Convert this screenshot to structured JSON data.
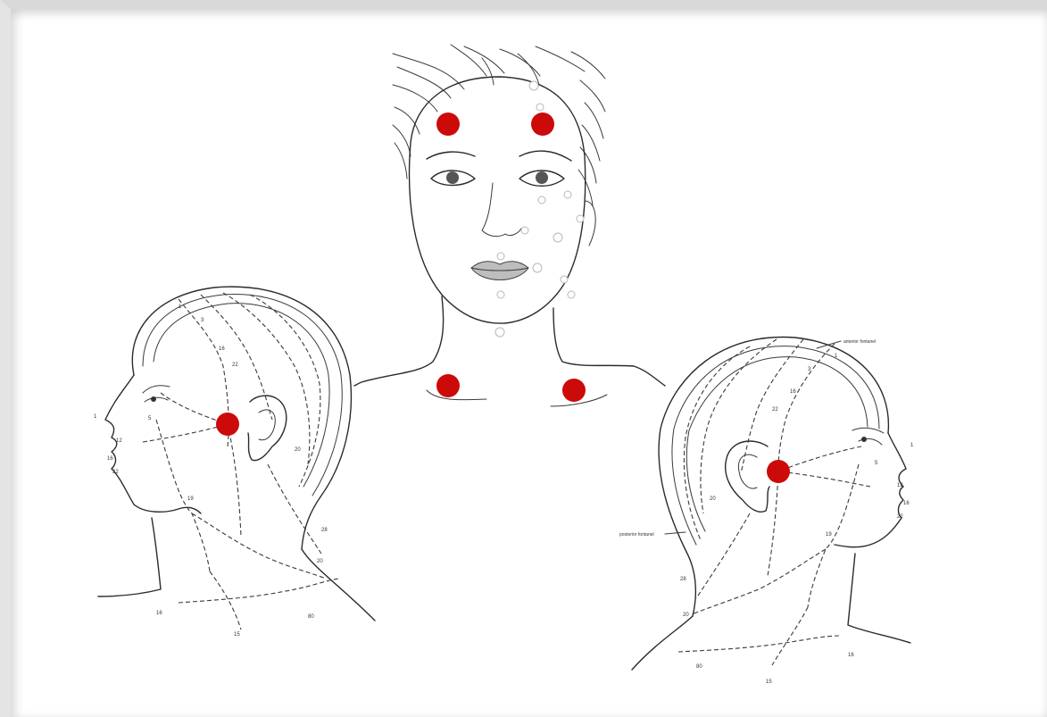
{
  "figure": {
    "colors": {
      "background": "#ffffff",
      "line": "#2b2b2b",
      "marker": "#cc0a0a",
      "frame": "#d9d9d9"
    },
    "views": [
      {
        "name": "front-face",
        "markers": 4
      },
      {
        "name": "left-profile",
        "markers": 1
      },
      {
        "name": "right-profile",
        "markers": 1
      }
    ],
    "labels": {
      "anterior_fontanel": "anterior fontanel",
      "posterior_fontanel": "posterior fontanel"
    }
  }
}
